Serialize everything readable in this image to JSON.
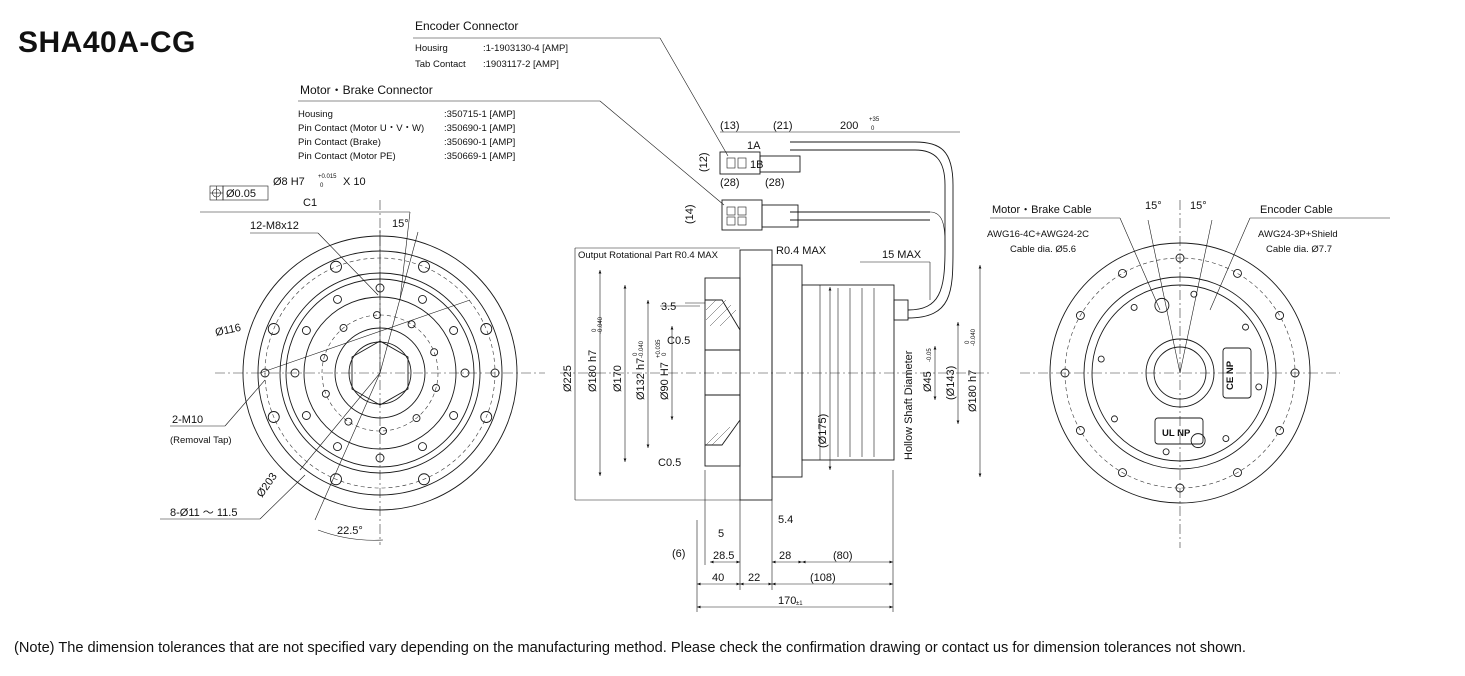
{
  "title": "SHA40A-CG",
  "note": "(Note) The dimension tolerances that are not specified vary depending on the manufacturing method. Please check the confirmation drawing or contact us for dimension tolerances not shown.",
  "encoder_connector": {
    "heading": "Encoder Connector",
    "rows": [
      {
        "label": "Housirg",
        "value": ":1-1903130-4 [AMP]"
      },
      {
        "label": "Tab Contact",
        "value": ":1903117-2    [AMP]"
      }
    ]
  },
  "motor_connector": {
    "heading": "Motor・Brake Connector",
    "rows": [
      {
        "label": "Housing",
        "value": ":350715-1 [AMP]"
      },
      {
        "label": "Pin Contact (Motor U・V・W)",
        "value": ":350690-1 [AMP]"
      },
      {
        "label": "Pin Contact (Brake)",
        "value": ":350690-1 [AMP]"
      },
      {
        "label": "Pin Contact (Motor PE)",
        "value": ":350669-1 [AMP]"
      }
    ]
  },
  "left_view": {
    "tolerance_frame": "Ø0.05",
    "pin_hole": "Ø8 H7",
    "pin_tol_upper": "+0.015",
    "pin_tol_lower": "0",
    "pin_count": "X 10",
    "chamfer": "C1",
    "tap": "12-M8x12",
    "angle_top": "15°",
    "dia_116": "Ø116",
    "removal_tap": "2-M10",
    "removal_tap_note": "(Removal Tap)",
    "dia_203": "Ø203",
    "mount_holes": "8-Ø11 ～ 11.5",
    "angle_bottom": "22.5°"
  },
  "side_view": {
    "dim_13": "(13)",
    "dim_21": "(21)",
    "dim_200": "200",
    "dim_200_tol_upper": "+35",
    "dim_200_tol_lower": "0",
    "label_1a": "1A",
    "label_1b": "1B",
    "dim_12": "(12)",
    "dim_28a": "(28)",
    "dim_28b": "(28)",
    "dim_14": "(14)",
    "output_part": "Output Rotational Part  R0.4 MAX",
    "r04": "R0.4 MAX",
    "max15": "15 MAX",
    "dim_35": "3.5",
    "c05_top": "C0.5",
    "c05_bottom": "C0.5",
    "dia_225": "Ø225",
    "dia_180h7_left": "Ø180 h7",
    "dia_170": "Ø170",
    "dia_132h7": "Ø132 h7",
    "dia_90H7": "Ø90 H7",
    "tol_neg": "-0.040",
    "tol_zero": "0",
    "tol_pos": "+0.035",
    "dia_175": "(Ø175)",
    "hollow": "Hollow Shaft Diameter",
    "dia_45": "Ø45",
    "dia_45_tol": "-0.05",
    "dia_143": "(Ø143)",
    "dia_180h7_right": "Ø180 h7",
    "dim_5": "5",
    "dim_54": "5.4",
    "dim_6": "(6)",
    "dim_285": "28.5",
    "dim_28": "28",
    "dim_80": "(80)",
    "dim_40": "40",
    "dim_22": "22",
    "dim_108": "(108)",
    "dim_170": "170",
    "dim_170_tol": "±1"
  },
  "right_view": {
    "motor_cable": "Motor・Brake Cable",
    "motor_cable_spec": "AWG16-4C+AWG24-2C",
    "motor_cable_dia": "Cable dia. Ø5.6",
    "encoder_cable": "Encoder Cable",
    "encoder_cable_spec": "AWG24-3P+Shield",
    "encoder_cable_dia": "Cable dia. Ø7.7",
    "angle_left": "15°",
    "angle_right": "15°",
    "label_ce": "CE  NP",
    "label_ul": "UL  NP"
  }
}
